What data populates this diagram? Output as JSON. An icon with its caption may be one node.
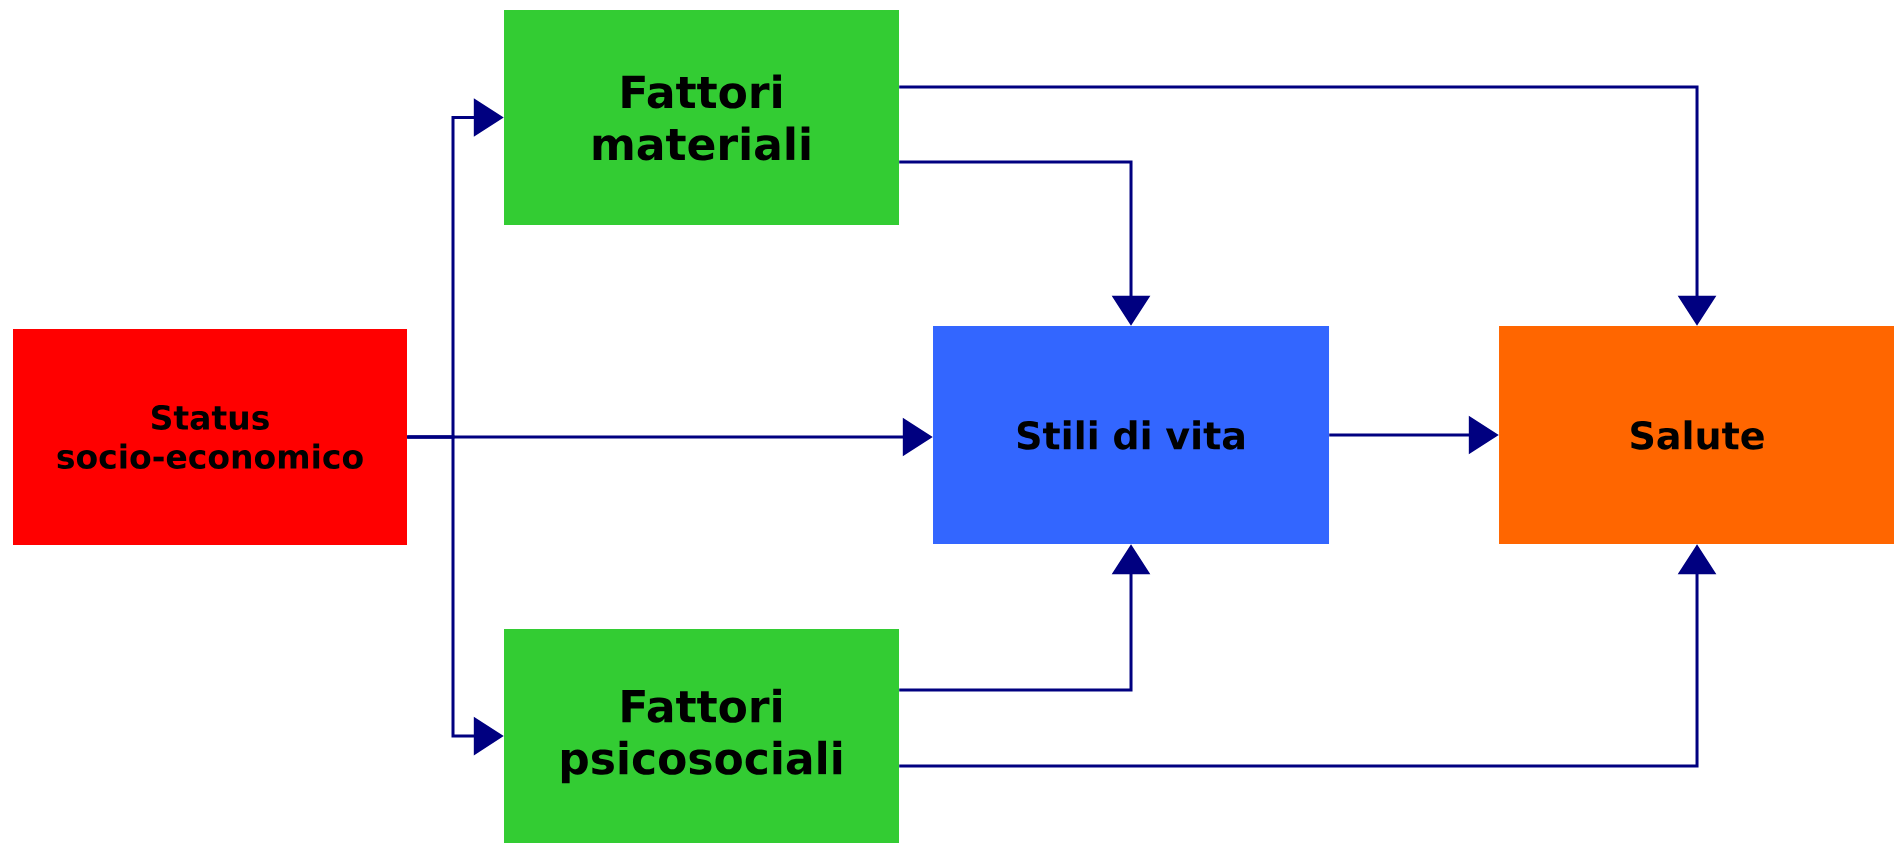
{
  "diagram": {
    "nodes": [
      {
        "text": [
          "Fattori materiali"
        ]
      },
      {
        "text": [
          "Status socio-economico"
        ]
      },
      {
        "text": [
          "Stili di vita"
        ]
      },
      {
        "text": [
          "Salute"
        ]
      },
      {
        "text": [
          "Fattori psicosociali"
        ]
      }
    ],
    "edges": [
      {
        "from": 1,
        "to": 0,
        "arrow": "to"
      },
      {
        "from": 1,
        "to": 4,
        "arrow": "to"
      },
      {
        "from": 1,
        "to": 2,
        "arrow": "to"
      },
      {
        "from": 2,
        "to": 3,
        "arrow": "to"
      },
      {
        "from": 0,
        "to": 2,
        "arrow": "to"
      },
      {
        "from": 0,
        "to": 3,
        "arrow": "to"
      },
      {
        "from": 4,
        "to": 2,
        "arrow": "to"
      },
      {
        "from": 4,
        "to": 3,
        "arrow": "to"
      }
    ]
  }
}
